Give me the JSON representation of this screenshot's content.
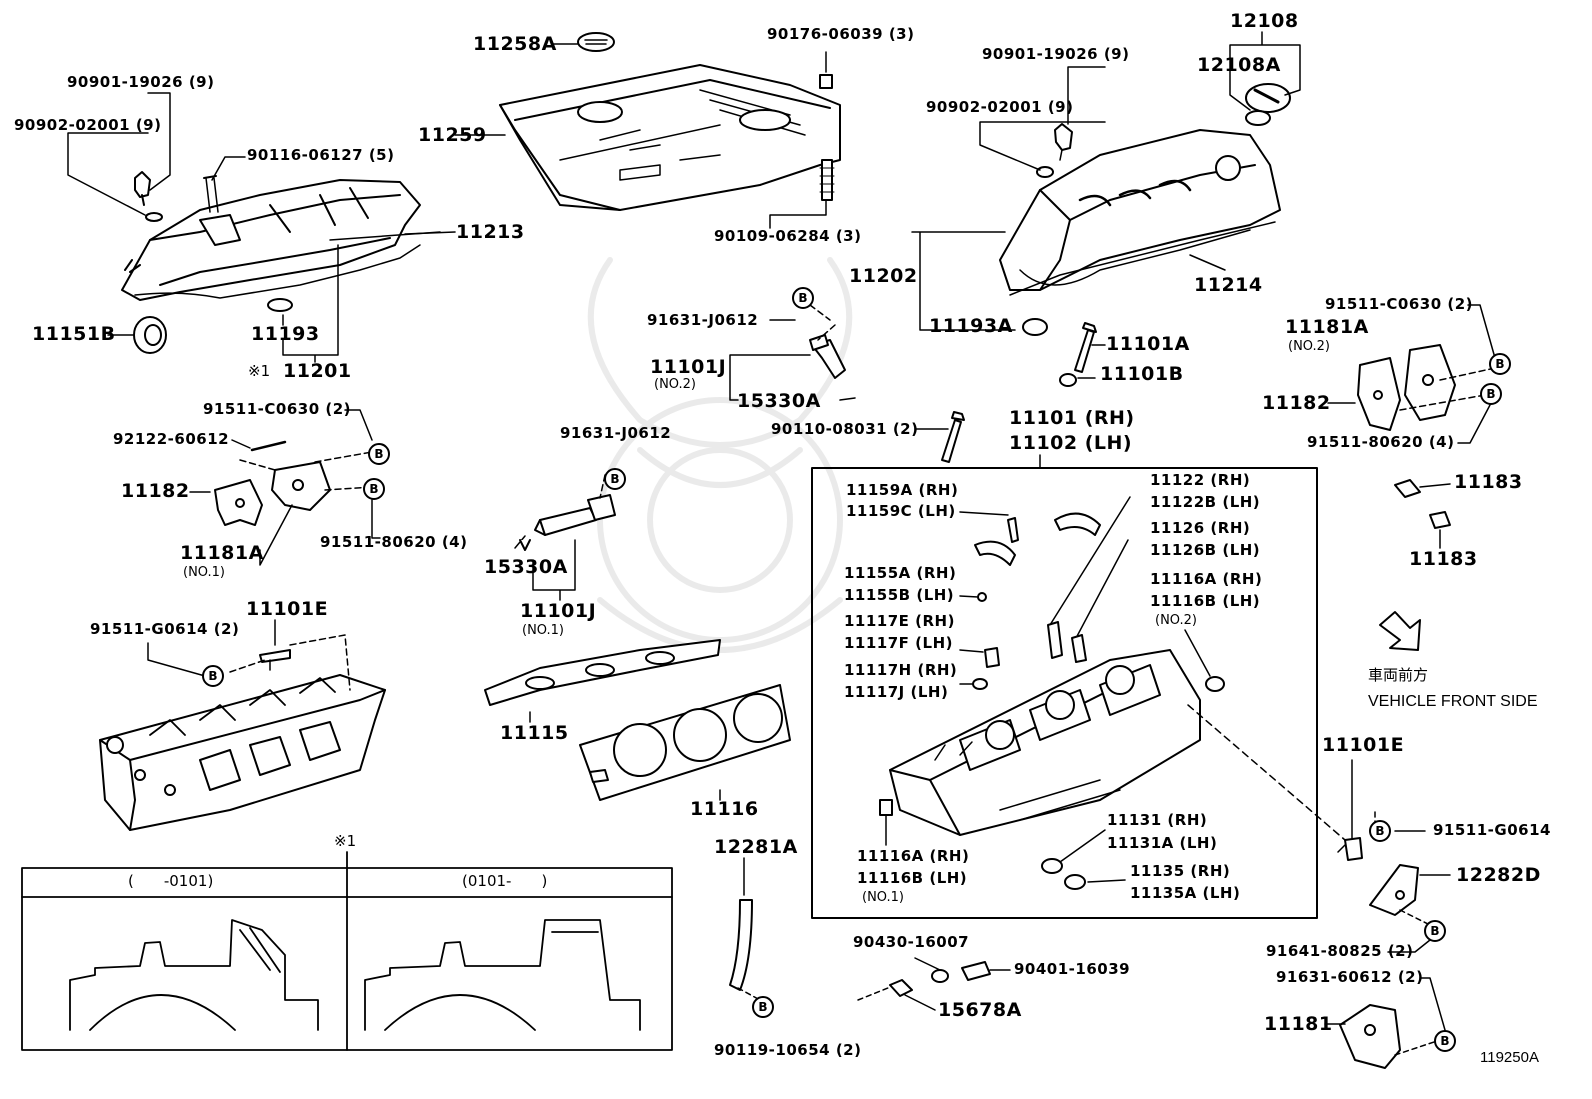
{
  "diagram_id": "119250A",
  "labels": {
    "p11258A": "11258A",
    "p90176": "90176-06039 (3)",
    "p12108": "12108",
    "p12108A": "12108A",
    "p90901_l": "90901-19026 (9)",
    "p90902_l": "90902-02001 (9)",
    "p90116": "90116-06127 (5)",
    "p11213": "11213",
    "p11259": "11259",
    "p90901_r": "90901-19026 (9)",
    "p90902_r": "90902-02001 (9)",
    "p90109": "90109-06284 (3)",
    "p11202": "11202",
    "p11214": "11214",
    "p11151B": "11151B",
    "p11193": "11193",
    "p11201": "11201",
    "ref1_mark": "※1",
    "p91631_top": "91631-J0612",
    "p11101J_2": "11101J",
    "p11101J_2_note": "(NO.2)",
    "p15330A_top": "15330A",
    "p11193A": "11193A",
    "p11101A": "11101A",
    "p11101B": "11101B",
    "p91511C_r": "91511-C0630 (2)",
    "p11181A_2": "11181A",
    "p11181A_2_note": "(NO.2)",
    "p11182_r": "11182",
    "p91511_80620_r": "91511-80620 (4)",
    "p91511C_l": "91511-C0630 (2)",
    "p92122": "92122-60612",
    "p11182_l": "11182",
    "p91511_80620_l": "91511-80620 (4)",
    "p11181A_1": "11181A",
    "p11181A_1_note": "(NO.1)",
    "p91631_mid": "91631-J0612",
    "p15330A_mid": "15330A",
    "p11101J_1": "11101J",
    "p11101J_1_note": "(NO.1)",
    "p90110": "90110-08031 (2)",
    "p11101": "11101 (RH)",
    "p11102": "11102 (LH)",
    "p11159A": "11159A (RH)",
    "p11159C": "11159C (LH)",
    "p11122": "11122 (RH)",
    "p11122B": "11122B (LH)",
    "p11126": "11126 (RH)",
    "p11126B": "11126B (LH)",
    "p11155A": "11155A (RH)",
    "p11155B": "11155B (LH)",
    "p11116A_2": "11116A (RH)",
    "p11116B_2": "11116B (LH)",
    "p11116_2_note": "(NO.2)",
    "p11117E": "11117E (RH)",
    "p11117F": "11117F (LH)",
    "p11117H": "11117H (RH)",
    "p11117J": "11117J (LH)",
    "p11183_a": "11183",
    "p11183_b": "11183",
    "front_jp": "車両前方",
    "front_en": "VEHICLE FRONT SIDE",
    "p91511G_l": "91511-G0614 (2)",
    "p11101E_l": "11101E",
    "p11115": "11115",
    "p11116": "11116",
    "p11101E_r": "11101E",
    "p91511G_r": "91511-G0614",
    "p11116A_1": "11116A (RH)",
    "p11116B_1": "11116B (LH)",
    "p11116_1_note": "(NO.1)",
    "p11131": "11131 (RH)",
    "p11131A": "11131A (LH)",
    "p11135": "11135 (RH)",
    "p11135A": "11135A (LH)",
    "p12281A": "12281A",
    "p12282D": "12282D",
    "p90430": "90430-16007",
    "p90401": "90401-16039",
    "p15678A": "15678A",
    "p91641": "91641-80825 (2)",
    "p91631_60612": "91631-60612 (2)",
    "p11181": "11181",
    "p90119": "90119-10654 (2)",
    "ref_box_mark": "※1",
    "ref_left": "(　　-0101)",
    "ref_right": "(0101-　　)",
    "callout_letter": "B"
  }
}
